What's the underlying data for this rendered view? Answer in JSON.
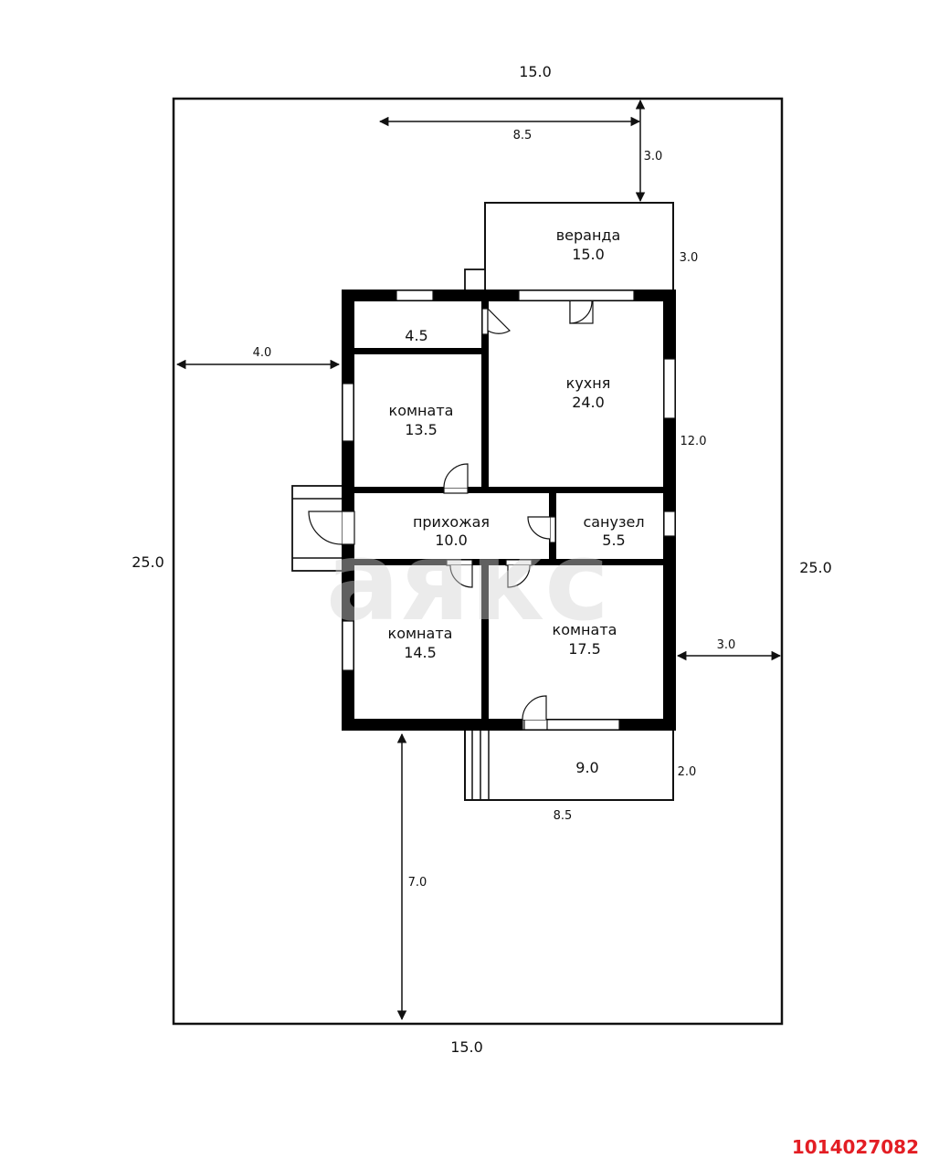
{
  "plot": {
    "top_width": "15.0",
    "bottom_width": "15.0",
    "left_height": "25.0",
    "right_height": "25.0"
  },
  "dimensions": {
    "veranda_offset": "8.5",
    "veranda_to_top": "3.0",
    "veranda_depth": "3.0",
    "house_to_left": "4.0",
    "house_depth": "12.0",
    "house_to_right": "3.0",
    "terrace_depth": "2.0",
    "terrace_width": "8.5",
    "house_to_bottom": "7.0"
  },
  "rooms": {
    "veranda": {
      "name": "веранда",
      "area": "15.0"
    },
    "storage": {
      "area": "4.5"
    },
    "kitchen": {
      "name": "кухня",
      "area": "24.0"
    },
    "room_a": {
      "name": "комната",
      "area": "13.5"
    },
    "hallway": {
      "name": "прихожая",
      "area": "10.0"
    },
    "bathroom": {
      "name": "санузел",
      "area": "5.5"
    },
    "room_b": {
      "name": "комната",
      "area": "14.5"
    },
    "room_c": {
      "name": "комната",
      "area": "17.5"
    },
    "terrace": {
      "area": "9.0"
    }
  },
  "watermark": "аякс",
  "listing_id": "1014027082",
  "colors": {
    "wall": "#000000",
    "line": "#111111",
    "listing_id": "#e31e24",
    "watermark": "#d4d4d4"
  }
}
